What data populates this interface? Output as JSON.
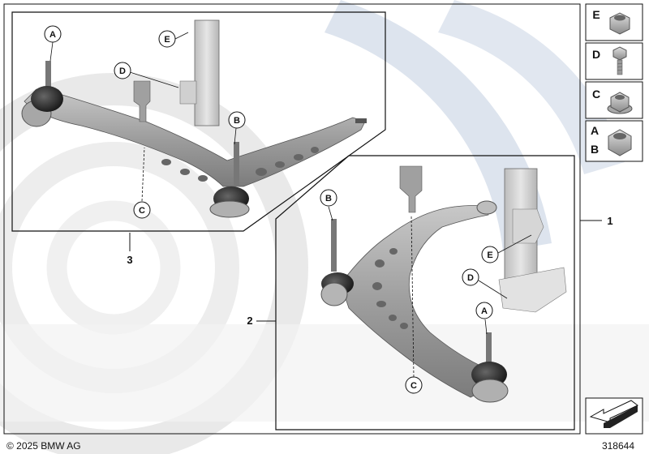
{
  "callouts": {
    "top_a": "A",
    "top_b": "B",
    "top_c": "C",
    "top_d": "D",
    "top_e": "E",
    "bot_a": "A",
    "bot_b": "B",
    "bot_c": "C",
    "bot_d": "D",
    "bot_e": "E"
  },
  "references": {
    "kit": "1",
    "left_arm": "2",
    "right_arm": "3"
  },
  "hardware": {
    "items": [
      {
        "letters": "E",
        "part": "nut"
      },
      {
        "letters": "D",
        "part": "hex-bolt"
      },
      {
        "letters": "C",
        "part": "flange-nut"
      },
      {
        "letters": "A\nB",
        "part": "self-locking-nut"
      }
    ],
    "item1_label": "E",
    "item2_label": "D",
    "item3_label": "C",
    "item4_label_line1": "A",
    "item4_label_line2": "B"
  },
  "footer": {
    "copyright": "© 2025 BMW AG",
    "diagram_number": "318644"
  },
  "colors": {
    "watermark_gray": "#e6e6e6",
    "watermark_blue": "#dbe3ee",
    "arm_gray": "#9a9a9a",
    "line": "#111111"
  }
}
